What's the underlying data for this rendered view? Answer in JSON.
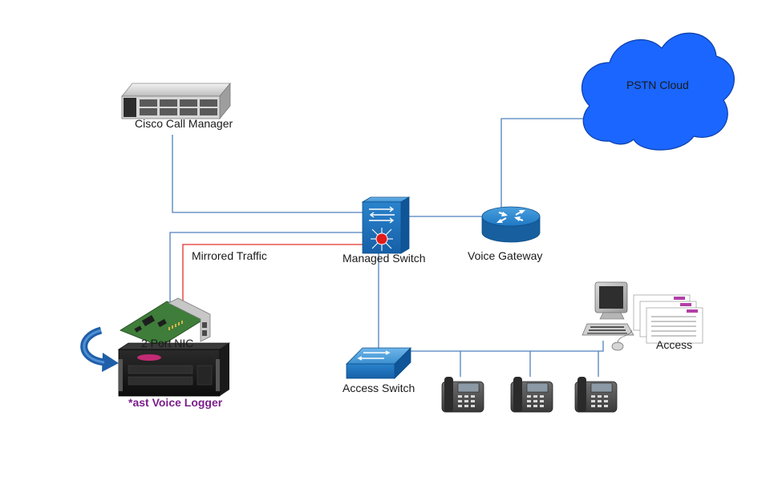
{
  "labels": {
    "pstn_cloud": "PSTN Cloud",
    "call_manager": "Cisco Call Manager",
    "managed_switch": "Managed Switch",
    "voice_gateway": "Voice Gateway",
    "mirrored_traffic": "Mirrored Traffic",
    "nic": "2 Port NIC",
    "voice_logger": "*ast Voice Logger",
    "access_switch": "Access Switch",
    "access": "Access"
  },
  "colors": {
    "link": "#4f81bd",
    "mirrored_link": "#e0312b",
    "cloud_fill": "#1a66ff",
    "cisco_blue": "#1f6fc1",
    "logger_label": "#7b1f8a"
  }
}
